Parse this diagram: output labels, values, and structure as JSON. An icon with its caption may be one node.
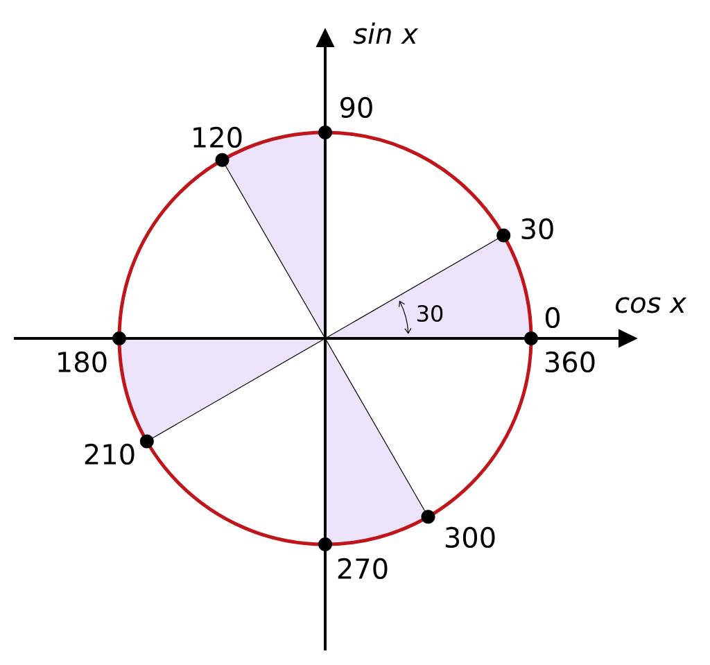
{
  "diagram": {
    "labels": [
      "sin x",
      "90",
      "120",
      "30",
      "cos x",
      "30",
      "0",
      "180",
      "360",
      "210",
      "300",
      "270"
    ]
  }
}
